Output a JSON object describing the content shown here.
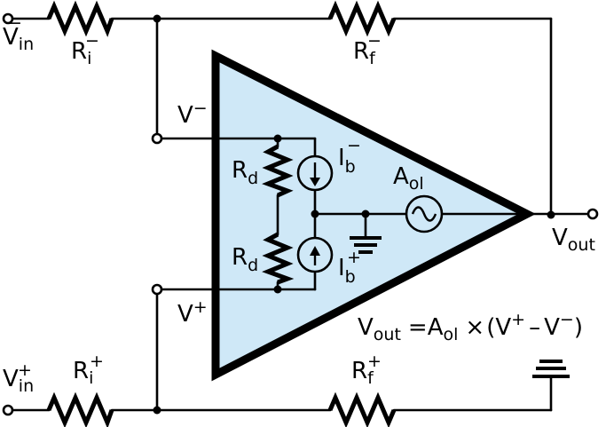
{
  "labels": {
    "vin_neg": {
      "base": "V",
      "sub": "in",
      "sup": "−"
    },
    "ri_neg": {
      "base": "R",
      "sub": "i",
      "sup": "−"
    },
    "rf_neg": {
      "base": "R",
      "sub": "f",
      "sup": "−"
    },
    "v_neg": {
      "base": "V",
      "sup": "−"
    },
    "v_pos": {
      "base": "V",
      "sup": "+"
    },
    "rd_top": {
      "base": "R",
      "sub": "d"
    },
    "rd_bottom": {
      "base": "R",
      "sub": "d"
    },
    "ib_neg": {
      "base": "I",
      "sub": "b",
      "sup": "−"
    },
    "ib_pos": {
      "base": "I",
      "sub": "b",
      "sup": "+"
    },
    "aol": {
      "base": "A",
      "sub": "ol"
    },
    "vout": {
      "base": "V",
      "sub": "out"
    },
    "vin_pos": {
      "base": "V",
      "sub": "in",
      "sup": "+"
    },
    "ri_pos": {
      "base": "R",
      "sub": "i",
      "sup": "+"
    },
    "rf_pos": {
      "base": "R",
      "sub": "f",
      "sup": "+"
    }
  },
  "equation": {
    "v": "V",
    "v_sub": "out",
    "equals": "=",
    "a": "A",
    "a_sub": "ol",
    "times": "×",
    "open": "(",
    "vp": "V",
    "vp_sup": "+",
    "minus": "–",
    "vn": "V",
    "vn_sup": "−",
    "close": ")"
  },
  "colors": {
    "amp_fill": "#cfe8f7",
    "stroke": "#000000"
  }
}
